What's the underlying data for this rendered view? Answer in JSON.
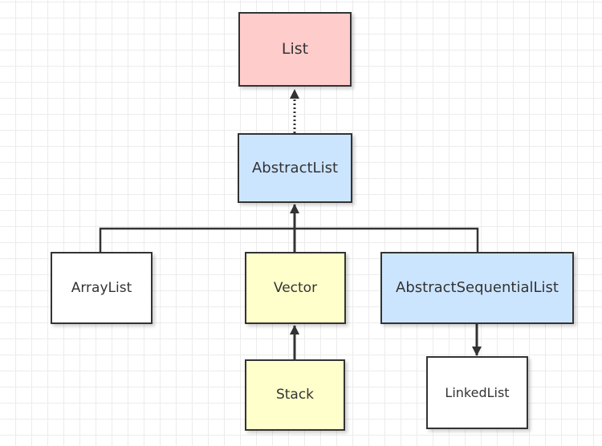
{
  "colors": {
    "interface": "#ffcccc",
    "abstract": "#cce5ff",
    "legacy": "#ffffcc",
    "concrete": "#ffffff",
    "line": "#333333"
  },
  "nodes": {
    "list": {
      "label": "List",
      "fill": "#ffcccc"
    },
    "abstract_list": {
      "label": "AbstractList",
      "fill": "#cce5ff"
    },
    "array_list": {
      "label": "ArrayList",
      "fill": "#ffffff"
    },
    "vector": {
      "label": "Vector",
      "fill": "#ffffcc"
    },
    "abstract_sequential_list": {
      "label": "AbstractSequentialList",
      "fill": "#cce5ff"
    },
    "stack": {
      "label": "Stack",
      "fill": "#ffffcc"
    },
    "linked_list": {
      "label": "LinkedList",
      "fill": "#ffffff"
    }
  },
  "edges": [
    {
      "from": "abstract_list",
      "to": "list",
      "style": "dotted"
    },
    {
      "from": "array_list",
      "to": "abstract_list",
      "style": "solid"
    },
    {
      "from": "vector",
      "to": "abstract_list",
      "style": "solid"
    },
    {
      "from": "abstract_sequential_list",
      "to": "abstract_list",
      "style": "solid"
    },
    {
      "from": "stack",
      "to": "vector",
      "style": "solid"
    },
    {
      "from": "abstract_sequential_list",
      "to": "linked_list",
      "style": "solid"
    }
  ]
}
